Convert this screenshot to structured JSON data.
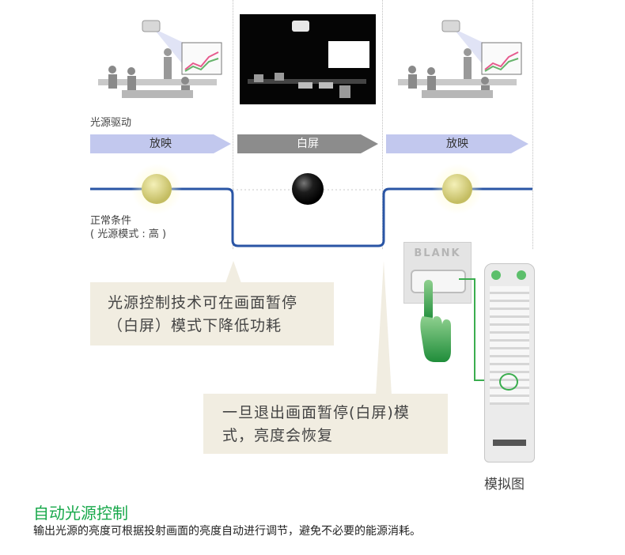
{
  "light_drive_label": "光源驱动",
  "phases": [
    {
      "label": "放映"
    },
    {
      "label": "白屏"
    },
    {
      "label": "放映"
    }
  ],
  "normal_condition": {
    "line1": "正常条件",
    "line2": "( 光源模式 : 高 )"
  },
  "callout_left": {
    "line1": "光源控制技术可在画面暂停",
    "line2": "（白屏）模式下降低功耗"
  },
  "callout_right": {
    "line1": "一旦退出画面暂停(白屏)模",
    "line2": "式，亮度会恢复"
  },
  "blank_button_label": "BLANK",
  "remote_caption": "模拟图",
  "footer": {
    "title": "自动光源控制",
    "description": "输出光源的亮度可根据投射画面的亮度自动进行调节，避免不必要的能源消耗。"
  },
  "colors": {
    "signal_line": "#2a55a5",
    "arrow_play": "#c2c8ee",
    "arrow_blank": "#8c8c8c",
    "callout_bg": "#f1ede1",
    "accent_green": "#17a84a",
    "lamp_on": "#d9d27a",
    "lamp_off": "#1a1a1a"
  }
}
